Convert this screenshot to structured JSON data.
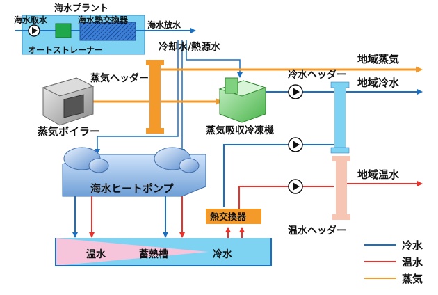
{
  "plant": {
    "title": "海水プラント",
    "intake": "海水取水",
    "exchanger": "海水熱交換器",
    "discharge": "海水放水",
    "strainer": "オートストレーナー"
  },
  "cooling_heat_source_water": "冷却水/熱源水",
  "steam_header": "蒸気ヘッダー",
  "cold_header": "冷水ヘッダー",
  "hot_header": "温水ヘッダー",
  "boiler": "蒸気ボイラー",
  "absorption_chiller": "蒸気吸収冷凍機",
  "heat_pump": "海水ヒートポンプ",
  "heat_exchanger": "熱交換器",
  "tank": {
    "hot_side": "温水",
    "label": "蓄熱槽",
    "cold_side": "冷水"
  },
  "outputs": {
    "steam": "地域蒸気",
    "cold": "地域冷水",
    "hot": "地域温水"
  },
  "legend": [
    {
      "label": "冷水",
      "color": "#1a6fc0"
    },
    {
      "label": "温水",
      "color": "#e8322b"
    },
    {
      "label": "蒸気",
      "color": "#f39a2a"
    }
  ],
  "colors": {
    "cold": "#1a6fc0",
    "hot": "#e8322b",
    "steam": "#f39a2a"
  }
}
